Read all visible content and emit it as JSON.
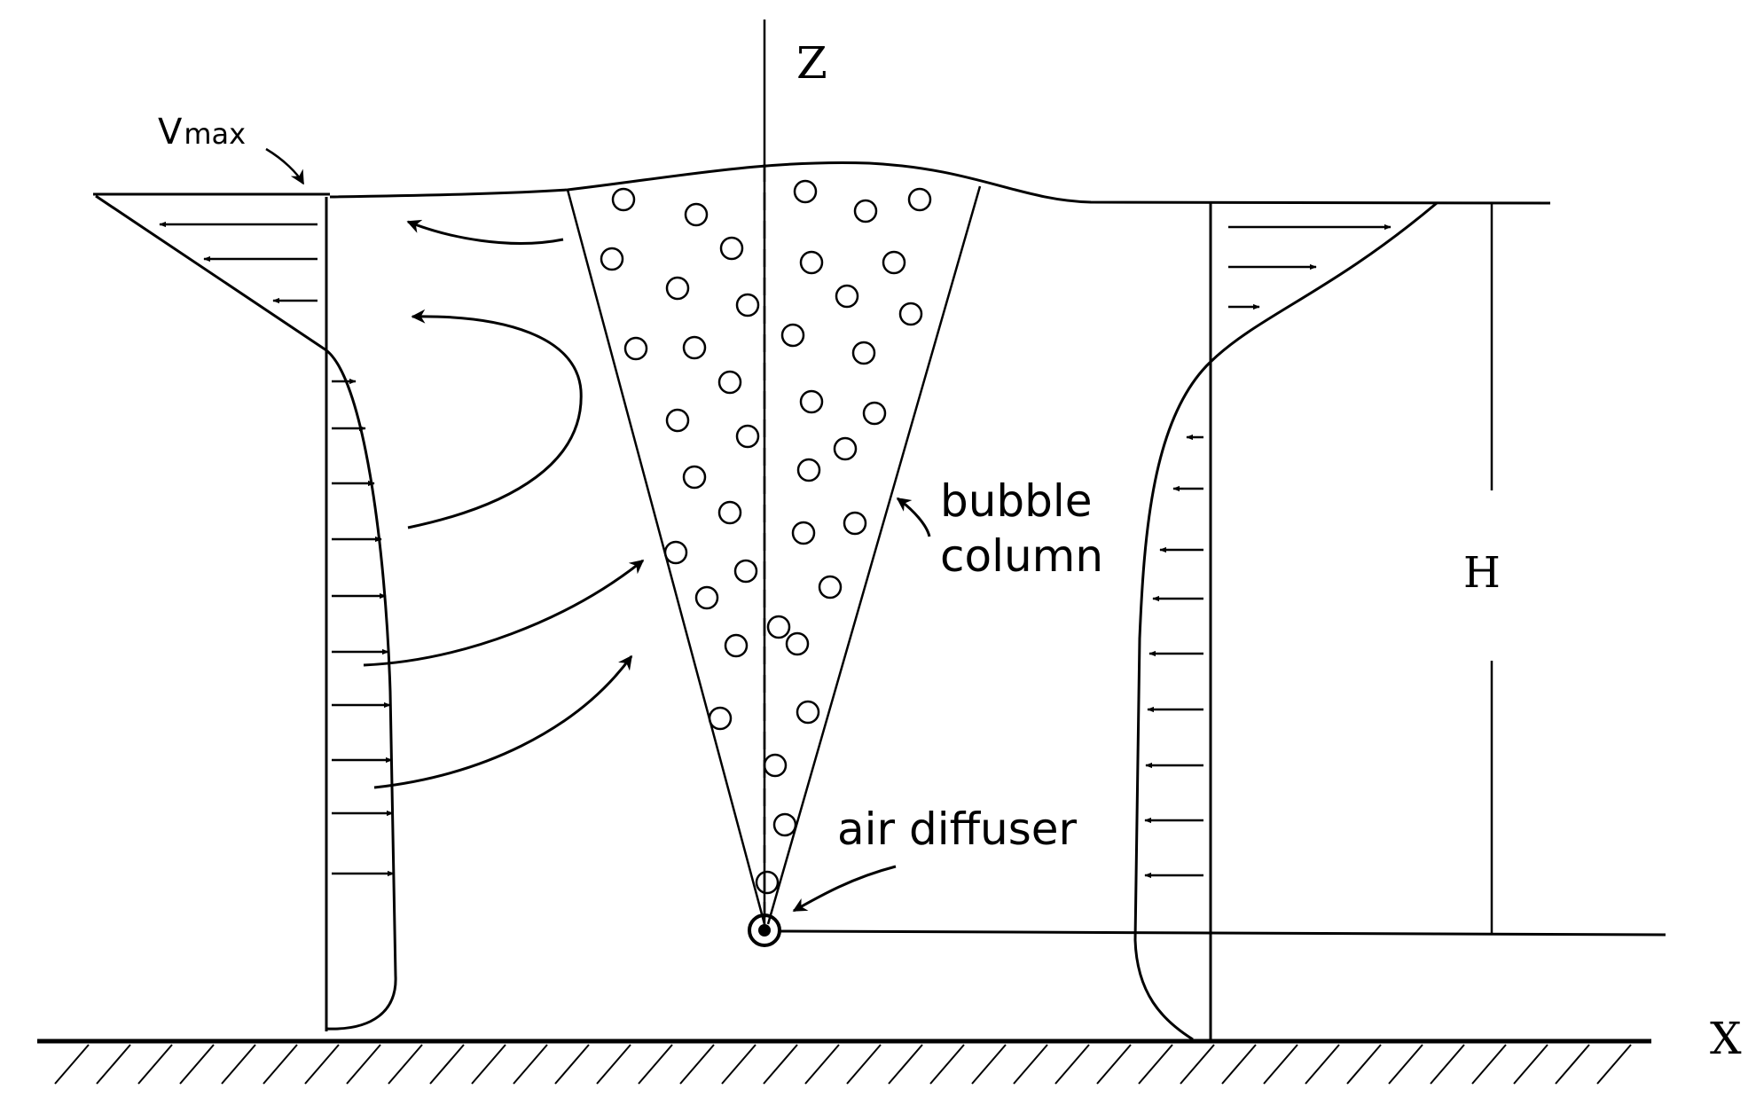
{
  "labels": {
    "z_axis": "Z",
    "x_axis": "X",
    "height": "H",
    "vmax_v": "V",
    "vmax_sub": "max",
    "bubble_line1": "bubble",
    "bubble_line2": "column",
    "air_diffuser": "air diffuser"
  },
  "colors": {
    "ink": "#000000",
    "background": "#ffffff"
  }
}
